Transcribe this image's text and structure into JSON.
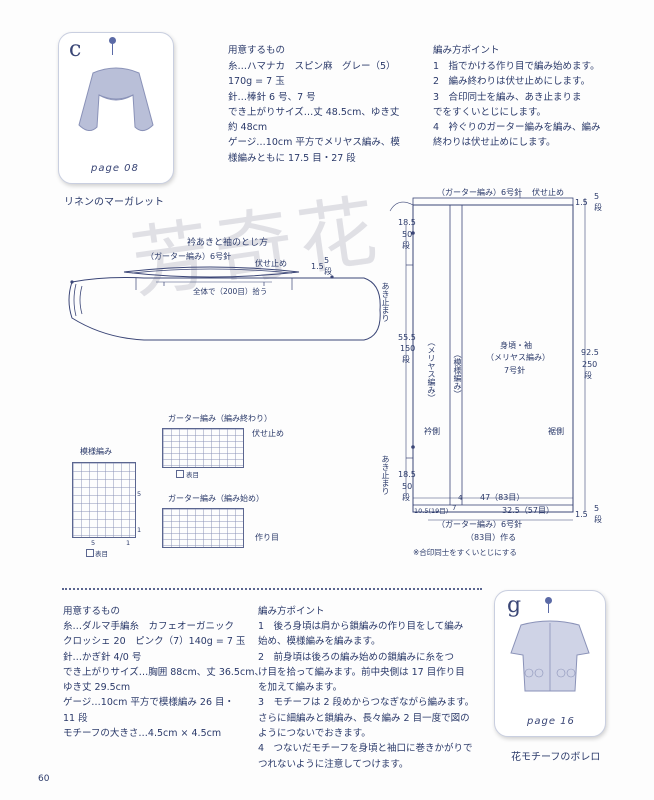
{
  "left_card": {
    "letter": "c",
    "page_label": "page 08",
    "caption": "リネンのマーガレット"
  },
  "right_card": {
    "letter": "g",
    "page_label": "page 16",
    "caption": "花モチーフのボレロ"
  },
  "materials_c": {
    "title": "用意するもの",
    "lines": [
      "糸…ハマナカ　スピン麻　グレー（5）",
      "170g = 7 玉",
      "針…棒針 6 号、7 号",
      "でき上がりサイズ…丈 48.5cm、ゆき丈",
      "約 48cm",
      "ゲージ…10cm 平方でメリヤス編み、模",
      "様編みともに 17.5 目・27 段"
    ]
  },
  "points_c": {
    "title": "編み方ポイント",
    "lines": [
      "1　指でかける作り目で編み始めます。",
      "2　編み終わりは伏せ止めにします。",
      "3　合印同士を編み、あき止まりま",
      "でをすくいとじにします。",
      "4　衿ぐりのガーター編みを編み、編み",
      "終わりは伏せ止めにします。"
    ]
  },
  "materials_g": {
    "title": "用意するもの",
    "lines": [
      "糸…ダルマ手編糸　カフェオーガニック",
      "クロッシェ 20　ピンク（7）140g = 7 玉",
      "針…かぎ針 4/0 号",
      "でき上がりサイズ…胸囲 88cm、丈 36.5cm、",
      "ゆき丈 29.5cm",
      "ゲージ…10cm 平方で模様編み 26 目・",
      "11 段",
      "モチーフの大きさ…4.5cm × 4.5cm"
    ]
  },
  "points_g": {
    "title": "編み方ポイント",
    "lines": [
      "1　後ろ身頃は肩から鎖編みの作り目をして編み",
      "始め、模様編みを編みます。",
      "2　前身頃は後ろの編み始めの鎖編みに糸をつ",
      "け目を拾って編みます。前中央側は 17 目作り目",
      "を加えて編みます。",
      "3　モチーフは 2 段めからつなぎながら編みます。",
      "さらに細編みと鎖編み、長々編み 2 目一度で図の",
      "ようにつないでおきます。",
      "4　つないだモチーフを身頃と袖口に巻きかがりで",
      "つれないように注意してつけます。"
    ]
  },
  "diagram_left": {
    "title": "衿あきと袖のとじ方",
    "garter_label": "（ガーター編み）6号針",
    "bind_off": "伏せ止め",
    "dim_a": "1.5",
    "dim_b": "5",
    "dim_b_unit": "段",
    "pickup": "全体で（200目）拾う"
  },
  "diagram_body": {
    "garter_top": "（ガーター編み）6号針",
    "bind_off": "伏せ止め",
    "garter_bottom": "（ガーター編み）6号針",
    "cast_on": "（83目）作る",
    "body_label": "身頃・袖",
    "body_stitch": "（メリヤス編み）",
    "body_needle": "7号針",
    "pattern_label": "（模様編み）",
    "stockinette_label": "（メリヤス編み）",
    "opening_top": "あき止まり",
    "opening_bottom": "あき止まり",
    "left_side": "衿側",
    "right_side": "裾側",
    "dim_185a": "18.5",
    "dim_50a": "50",
    "dim_555": "55.5",
    "dim_150": "150",
    "dim_185b": "18.5",
    "dim_50b": "50",
    "dim_15a": "1.5",
    "dim_5a": "5",
    "dim_925": "92.5",
    "dim_250": "250",
    "dim_15b": "1.5",
    "dim_5b": "5",
    "dim_47": "47（83目）",
    "dim_325": "32.5（57目）",
    "dim_105": "10.5(19目)",
    "dim_4": "4",
    "dim_7": "7",
    "unit_dan": "段",
    "note": "※合印同士をすくいとじにする"
  },
  "charts": {
    "pattern_title": "模様編み",
    "garter_end_title": "ガーター編み（編み終わり）",
    "garter_end_label": "伏せ止め",
    "garter_start_title": "ガーター編み（編み始め）",
    "garter_start_label": "作り目",
    "legend": "表目",
    "legend2": "表目",
    "row_labels": [
      "5",
      "1"
    ],
    "col_labels": [
      "1",
      "5"
    ]
  },
  "page_number": "60",
  "watermark": "芳奇花"
}
